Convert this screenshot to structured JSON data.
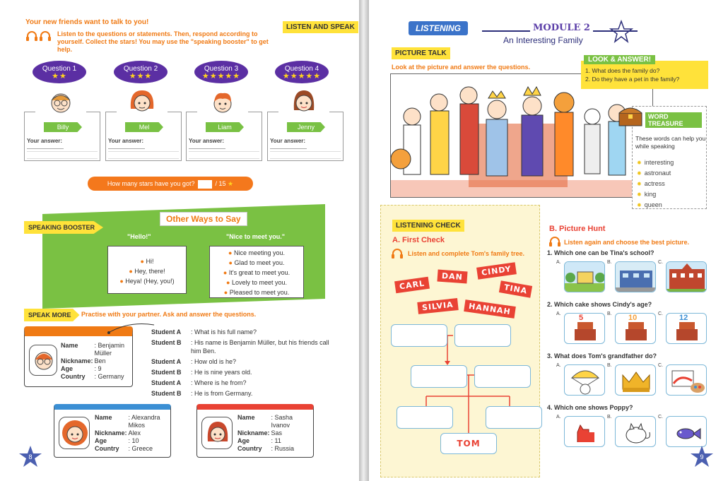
{
  "left": {
    "intro_title": "Your new friends want to talk to you!",
    "intro_text": "Listen to the questions or statements. Then, respond according to yourself. Collect the stars! You may use the \"speaking booster\" to get help.",
    "tag_listen_speak": "LISTEN AND SPEAK",
    "questions": [
      {
        "label": "Question 1",
        "stars": "★★",
        "name": "Billy"
      },
      {
        "label": "Question 2",
        "stars": "★★★",
        "name": "Mel"
      },
      {
        "label": "Question 3",
        "stars": "★★★★★",
        "name": "Liam"
      },
      {
        "label": "Question 4",
        "stars": "★★★★★",
        "name": "Jenny"
      }
    ],
    "answer_label": "Your answer:",
    "stars_banner": "How many stars have you got?",
    "stars_total": "/ 15",
    "booster_tag": "SPEAKING BOOSTER",
    "other_ways_title": "Other Ways to Say",
    "hello_heading": "\"Hello!\"",
    "hello_items": [
      "Hi!",
      "Hey, there!",
      "Heya! (Hey, you!)"
    ],
    "nice_heading": "\"Nice to meet you.\"",
    "nice_items": [
      "Nice meeting you.",
      "Glad to meet you.",
      "It's great to meet you.",
      "Lovely to meet you.",
      "Pleased to meet you."
    ],
    "speak_more_tag": "SPEAK MORE",
    "speak_more_text": "Practise with your partner. Ask and answer the questions.",
    "dialog": [
      {
        "speaker": "Student A",
        "text": ": What is his full name?"
      },
      {
        "speaker": "Student B",
        "text": ": His name is Benjamin Müller, but his friends call him Ben."
      },
      {
        "speaker": "Student A",
        "text": ": How old is he?"
      },
      {
        "speaker": "Student B",
        "text": ": He is nine years old."
      },
      {
        "speaker": "Student A",
        "text": ": Where is he from?"
      },
      {
        "speaker": "Student B",
        "text": ": He is from Germany."
      }
    ],
    "card_labels": {
      "name": "Name",
      "nickname": "Nickname:",
      "age": "Age",
      "country": "Country"
    },
    "cards": [
      {
        "name": ": Benjamin Müller",
        "nickname": " Ben",
        "age": ": 9",
        "country": ": Germany"
      },
      {
        "name": ": Alexandra Mikos",
        "nickname": " Alex",
        "age": ": 10",
        "country": ": Greece"
      },
      {
        "name": ": Sasha Ivanov",
        "nickname": " Sas",
        "age": ": 11",
        "country": ": Russia"
      }
    ],
    "page_number": "8"
  },
  "right": {
    "listening_tag": "LISTENING",
    "module_title": "MODULE 2",
    "module_subtitle": "An Interesting Family",
    "picture_talk_tag": "PICTURE TALK",
    "picture_talk_text": "Look at the picture and answer the questions.",
    "look_answer_title": "LOOK & ANSWER!",
    "look_answer_items": [
      "1. What does the family do?",
      "2. Do they have a pet in the family?"
    ],
    "word_treasure_title": "WORD TREASURE",
    "word_treasure_text": "These words can help you while speaking",
    "words": [
      "interesting",
      "astronaut",
      "actress",
      "king",
      "queen"
    ],
    "listening_check_tag": "LISTENING CHECK",
    "first_check_title": "A. First Check",
    "first_check_text": "Listen and complete Tom's family tree.",
    "family_names": [
      "CARL",
      "DAN",
      "CINDY",
      "TINA",
      "SILVIA",
      "HANNAH"
    ],
    "tree_root": "TOM",
    "picture_hunt_title": "B. Picture Hunt",
    "picture_hunt_text": "Listen again and choose the best picture.",
    "hunt_questions": [
      "1. Which one can be Tina's school?",
      "2. Which cake shows Cindy's age?",
      "3. What does Tom's grandfather do?",
      "4. Which one shows Poppy?"
    ],
    "options": [
      "A.",
      "B.",
      "C."
    ],
    "cake_numbers": [
      "5",
      "10",
      "12"
    ],
    "page_number": "9"
  },
  "colors": {
    "orange": "#f07a14",
    "purple": "#5b2fa3",
    "green": "#7ac143",
    "yellow": "#ffe23a",
    "red": "#e94234"
  }
}
